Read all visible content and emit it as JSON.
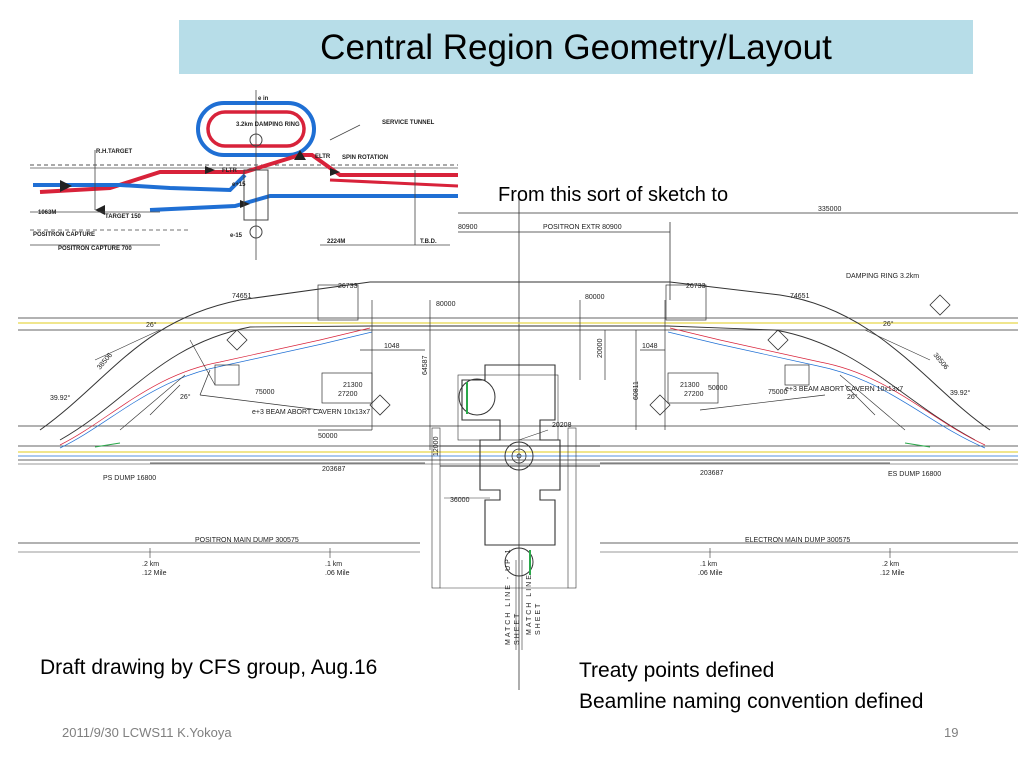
{
  "slide": {
    "title": "Central Region Geometry/Layout",
    "sketch_caption": "From this sort of sketch to",
    "draft_caption": "Draft drawing by CFS group, Aug.16",
    "bullets": [
      "Treaty points defined",
      "Beamline naming convention defined"
    ],
    "footer": "2011/9/30 LCWS11 K.Yokoya",
    "page_number": "19"
  },
  "sketch_labels": {
    "e_in": "e in",
    "damping_ring": "3.2km DAMPING RING",
    "service_tunnel": "SERVICE TUNNEL",
    "target": "R.H.TARGET",
    "spin_rotation": "SPIN ROTATION",
    "fltr": "FLTR",
    "eltr": "ELTR",
    "d1063": "1063M",
    "target_150": "TARGET 150",
    "positron_capture": "POSITRON CAPTURE",
    "positron_capture_700": "POSITRON CAPTURE 700",
    "d2224": "2224M",
    "tbd": "T.B.D.",
    "e_plus_15": "e+15",
    "e_minus_15": "e-15"
  },
  "drawing_labels": {
    "d335000": "335000",
    "d80900": "80900",
    "positron_extr": "POSITRON EXTR 80900",
    "d80000a": "80000",
    "d80000b": "80000",
    "d26733a": "26733",
    "d26733b": "26733",
    "d74651a": "74651",
    "d74651b": "74651",
    "damping_ring": "DAMPING RING 3.2km",
    "d1048a": "1048",
    "d1048b": "1048",
    "d20000": "20000",
    "d64587": "64587",
    "d60811": "60811",
    "d21300a": "21300",
    "d27200a": "27200",
    "d21300b": "21300",
    "d27200b": "27200",
    "d50000a": "50000",
    "d75000a": "75000",
    "d75000b": "75000",
    "beam_abort_left": "e+3 BEAM ABORT CAVERN 10x13x7",
    "beam_abort_right": "e+3 BEAM ABORT CAVERN 10x13x7",
    "d50000b": "50000",
    "d20208": "20208",
    "d12000": "12000",
    "d203687a": "203687",
    "d203687b": "203687",
    "d36000": "36000",
    "d38506a": "38506",
    "d38506b": "38506",
    "d39_92a": "39.92°",
    "d39_92b": "39.92°",
    "d26a": "26°",
    "d26b": "26°",
    "d26c": "26°",
    "d26d": "26°",
    "ps_dump_left": "PS DUMP 16800",
    "es_dump_right": "ES DUMP 16800",
    "positron_main_dump": "POSITRON MAIN DUMP 300575",
    "electron_main_dump": "ELECTRON MAIN DUMP 300575",
    "km2_left": ".2 km",
    "km1_left": ".1 km",
    "km1_right": ".1 km",
    "km2_right": ".2 km",
    "mile12_left": ".12 Mile",
    "mile06_left": ".06 Mile",
    "mile06_right": ".06 Mile",
    "mile12_right": ".12 Mile",
    "match_line_left": "MATCH LINE - UP 1",
    "sheet_left": "SHEET",
    "match_line_right": "MATCH LINE",
    "sheet_right": "SHEET"
  },
  "colors": {
    "title_bg": "#b7dde8",
    "electron_blue": "#1f6fd4",
    "positron_red": "#d8223a",
    "drawing_line": "#333333",
    "yellow_line": "#e8d84a",
    "green_mark": "#2aa84a"
  }
}
